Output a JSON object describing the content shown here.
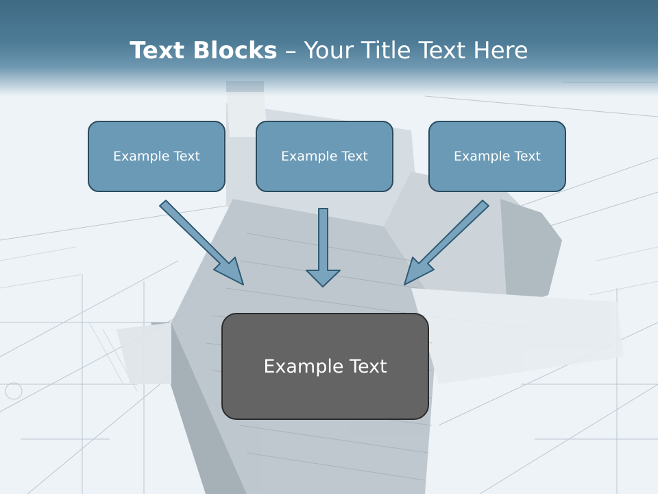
{
  "slide": {
    "title_bold": "Text Blocks",
    "title_separator": " – ",
    "title_rest": "Your Title Text Here"
  },
  "blocks": [
    {
      "label": "Example Text"
    },
    {
      "label": "Example Text"
    },
    {
      "label": "Example Text"
    }
  ],
  "result_block": {
    "label": "Example Text"
  },
  "colors": {
    "header": "#4e7c97",
    "block_fill": "#6b9ab6",
    "block_border": "#2a4a5e",
    "result_fill": "#646464",
    "arrow_fill": "#7aa3bd"
  }
}
